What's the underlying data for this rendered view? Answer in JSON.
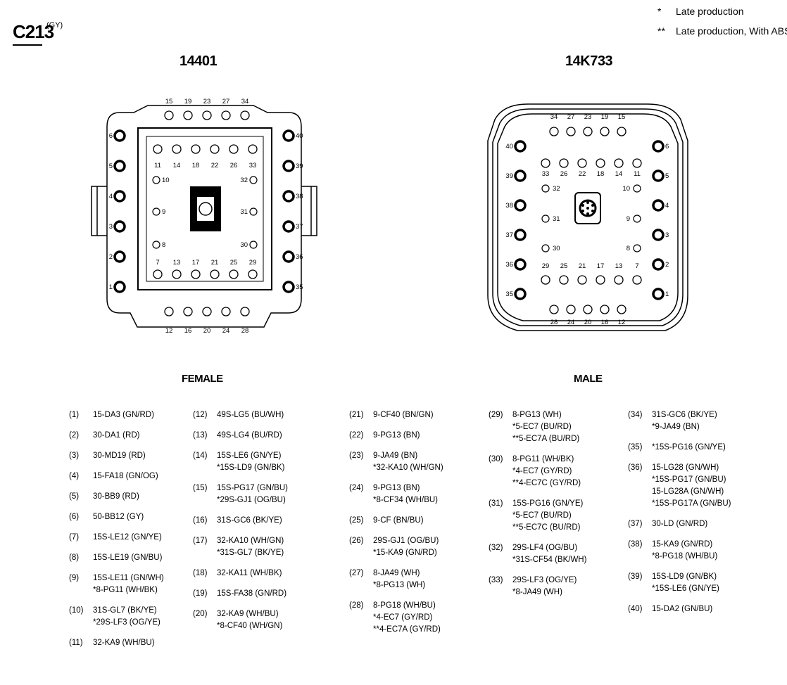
{
  "connector": {
    "id": "C213",
    "suffix": "(GY)"
  },
  "legend": [
    {
      "mark": "*",
      "text": "Late production"
    },
    {
      "mark": "**",
      "text": "Late production, With ABS"
    }
  ],
  "female": {
    "part": "14401",
    "label": "FEMALE"
  },
  "male": {
    "part": "14K733",
    "label": "MALE"
  },
  "female_labels": {
    "top": [
      "15",
      "19",
      "23",
      "27",
      "34"
    ],
    "inner_top": [
      "11",
      "14",
      "18",
      "22",
      "26",
      "33"
    ],
    "inner_bottom": [
      "7",
      "13",
      "17",
      "21",
      "25",
      "29"
    ],
    "bottom": [
      "12",
      "16",
      "20",
      "24",
      "28"
    ],
    "left": [
      "6",
      "5",
      "4",
      "3",
      "2",
      "1"
    ],
    "right": [
      "40",
      "39",
      "38",
      "37",
      "36",
      "35"
    ],
    "inner_left": [
      "10",
      "9",
      "8"
    ],
    "inner_right": [
      "32",
      "31",
      "30"
    ]
  },
  "male_labels": {
    "top": [
      "34",
      "27",
      "23",
      "19",
      "15"
    ],
    "inner_top": [
      "33",
      "26",
      "22",
      "18",
      "14",
      "11"
    ],
    "inner_bottom": [
      "29",
      "25",
      "21",
      "17",
      "13",
      "7"
    ],
    "bottom": [
      "28",
      "24",
      "20",
      "16",
      "12"
    ],
    "left": [
      "40",
      "39",
      "38",
      "37",
      "36",
      "35"
    ],
    "right": [
      "6",
      "5",
      "4",
      "3",
      "2",
      "1"
    ],
    "inner_left": [
      "32",
      "31",
      "30"
    ],
    "inner_right": [
      "10",
      "9",
      "8"
    ]
  },
  "pins": [
    [
      {
        "num": "(1)",
        "lines": [
          "15-DA3 (GN/RD)"
        ]
      },
      {
        "num": "(2)",
        "lines": [
          "30-DA1 (RD)"
        ]
      },
      {
        "num": "(3)",
        "lines": [
          "30-MD19 (RD)"
        ]
      },
      {
        "num": "(4)",
        "lines": [
          "15-FA18 (GN/OG)"
        ]
      },
      {
        "num": "(5)",
        "lines": [
          "30-BB9 (RD)"
        ]
      },
      {
        "num": "(6)",
        "lines": [
          "50-BB12 (GY)"
        ]
      },
      {
        "num": "(7)",
        "lines": [
          "15S-LE12 (GN/YE)"
        ]
      },
      {
        "num": "(8)",
        "lines": [
          "15S-LE19 (GN/BU)"
        ]
      },
      {
        "num": "(9)",
        "lines": [
          "15S-LE11 (GN/WH)",
          "*8-PG11 (WH/BK)"
        ]
      },
      {
        "num": "(10)",
        "lines": [
          "31S-GL7 (BK/YE)",
          "*29S-LF3 (OG/YE)"
        ]
      },
      {
        "num": "(11)",
        "lines": [
          "32-KA9 (WH/BU)"
        ]
      }
    ],
    [
      {
        "num": "(12)",
        "lines": [
          "49S-LG5 (BU/WH)"
        ]
      },
      {
        "num": "(13)",
        "lines": [
          "49S-LG4 (BU/RD)"
        ]
      },
      {
        "num": "(14)",
        "lines": [
          "15S-LE6 (GN/YE)",
          "*15S-LD9 (GN/BK)"
        ]
      },
      {
        "num": "(15)",
        "lines": [
          "15S-PG17 (GN/BU)",
          "*29S-GJ1 (OG/BU)"
        ]
      },
      {
        "num": "(16)",
        "lines": [
          "31S-GC6 (BK/YE)"
        ]
      },
      {
        "num": "(17)",
        "lines": [
          "32-KA10 (WH/GN)",
          "*31S-GL7 (BK/YE)"
        ]
      },
      {
        "num": "(18)",
        "lines": [
          "32-KA11 (WH/BK)"
        ]
      },
      {
        "num": "(19)",
        "lines": [
          "15S-FA38 (GN/RD)"
        ]
      },
      {
        "num": "(20)",
        "lines": [
          "32-KA9 (WH/BU)",
          "*8-CF40 (WH/GN)"
        ]
      }
    ],
    [
      {
        "num": "(21)",
        "lines": [
          "9-CF40 (BN/GN)"
        ]
      },
      {
        "num": "(22)",
        "lines": [
          "9-PG13 (BN)"
        ]
      },
      {
        "num": "(23)",
        "lines": [
          "9-JA49 (BN)",
          "*32-KA10 (WH/GN)"
        ]
      },
      {
        "num": "(24)",
        "lines": [
          "9-PG13 (BN)",
          "*8-CF34 (WH/BU)"
        ]
      },
      {
        "num": "(25)",
        "lines": [
          "9-CF (BN/BU)"
        ]
      },
      {
        "num": "(26)",
        "lines": [
          "29S-GJ1 (OG/BU)",
          "*15-KA9 (GN/RD)"
        ]
      },
      {
        "num": "(27)",
        "lines": [
          "8-JA49 (WH)",
          "*8-PG13 (WH)"
        ]
      },
      {
        "num": "(28)",
        "lines": [
          "8-PG18 (WH/BU)",
          "*4-EC7 (GY/RD)",
          "**4-EC7A (GY/RD)"
        ]
      }
    ],
    [
      {
        "num": "(29)",
        "lines": [
          "8-PG13 (WH)",
          "*5-EC7 (BU/RD)",
          "**5-EC7A (BU/RD)"
        ]
      },
      {
        "num": "(30)",
        "lines": [
          "8-PG11 (WH/BK)",
          "*4-EC7 (GY/RD)",
          "**4-EC7C (GY/RD)"
        ]
      },
      {
        "num": "(31)",
        "lines": [
          "15S-PG16 (GN/YE)",
          "*5-EC7 (BU/RD)",
          "**5-EC7C (BU/RD)"
        ]
      },
      {
        "num": "(32)",
        "lines": [
          "29S-LF4 (OG/BU)",
          "*31S-CF54 (BK/WH)"
        ]
      },
      {
        "num": "(33)",
        "lines": [
          "29S-LF3 (OG/YE)",
          "*8-JA49 (WH)"
        ]
      }
    ],
    [
      {
        "num": "(34)",
        "lines": [
          "31S-GC6 (BK/YE)",
          "*9-JA49 (BN)"
        ]
      },
      {
        "num": "(35)",
        "lines": [
          "*15S-PG16 (GN/YE)"
        ]
      },
      {
        "num": "(36)",
        "lines": [
          "15-LG28 (GN/WH)",
          "*15S-PG17 (GN/BU)",
          "15-LG28A (GN/WH)",
          "*15S-PG17A (GN/BU)"
        ]
      },
      {
        "num": "(37)",
        "lines": [
          "30-LD (GN/RD)"
        ]
      },
      {
        "num": "(38)",
        "lines": [
          "15-KA9 (GN/RD)",
          "*8-PG18 (WH/BU)"
        ]
      },
      {
        "num": "(39)",
        "lines": [
          "15S-LD9 (GN/BK)",
          "*15S-LE6 (GN/YE)"
        ]
      },
      {
        "num": "(40)",
        "lines": [
          "15-DA2 (GN/BU)"
        ]
      }
    ]
  ]
}
